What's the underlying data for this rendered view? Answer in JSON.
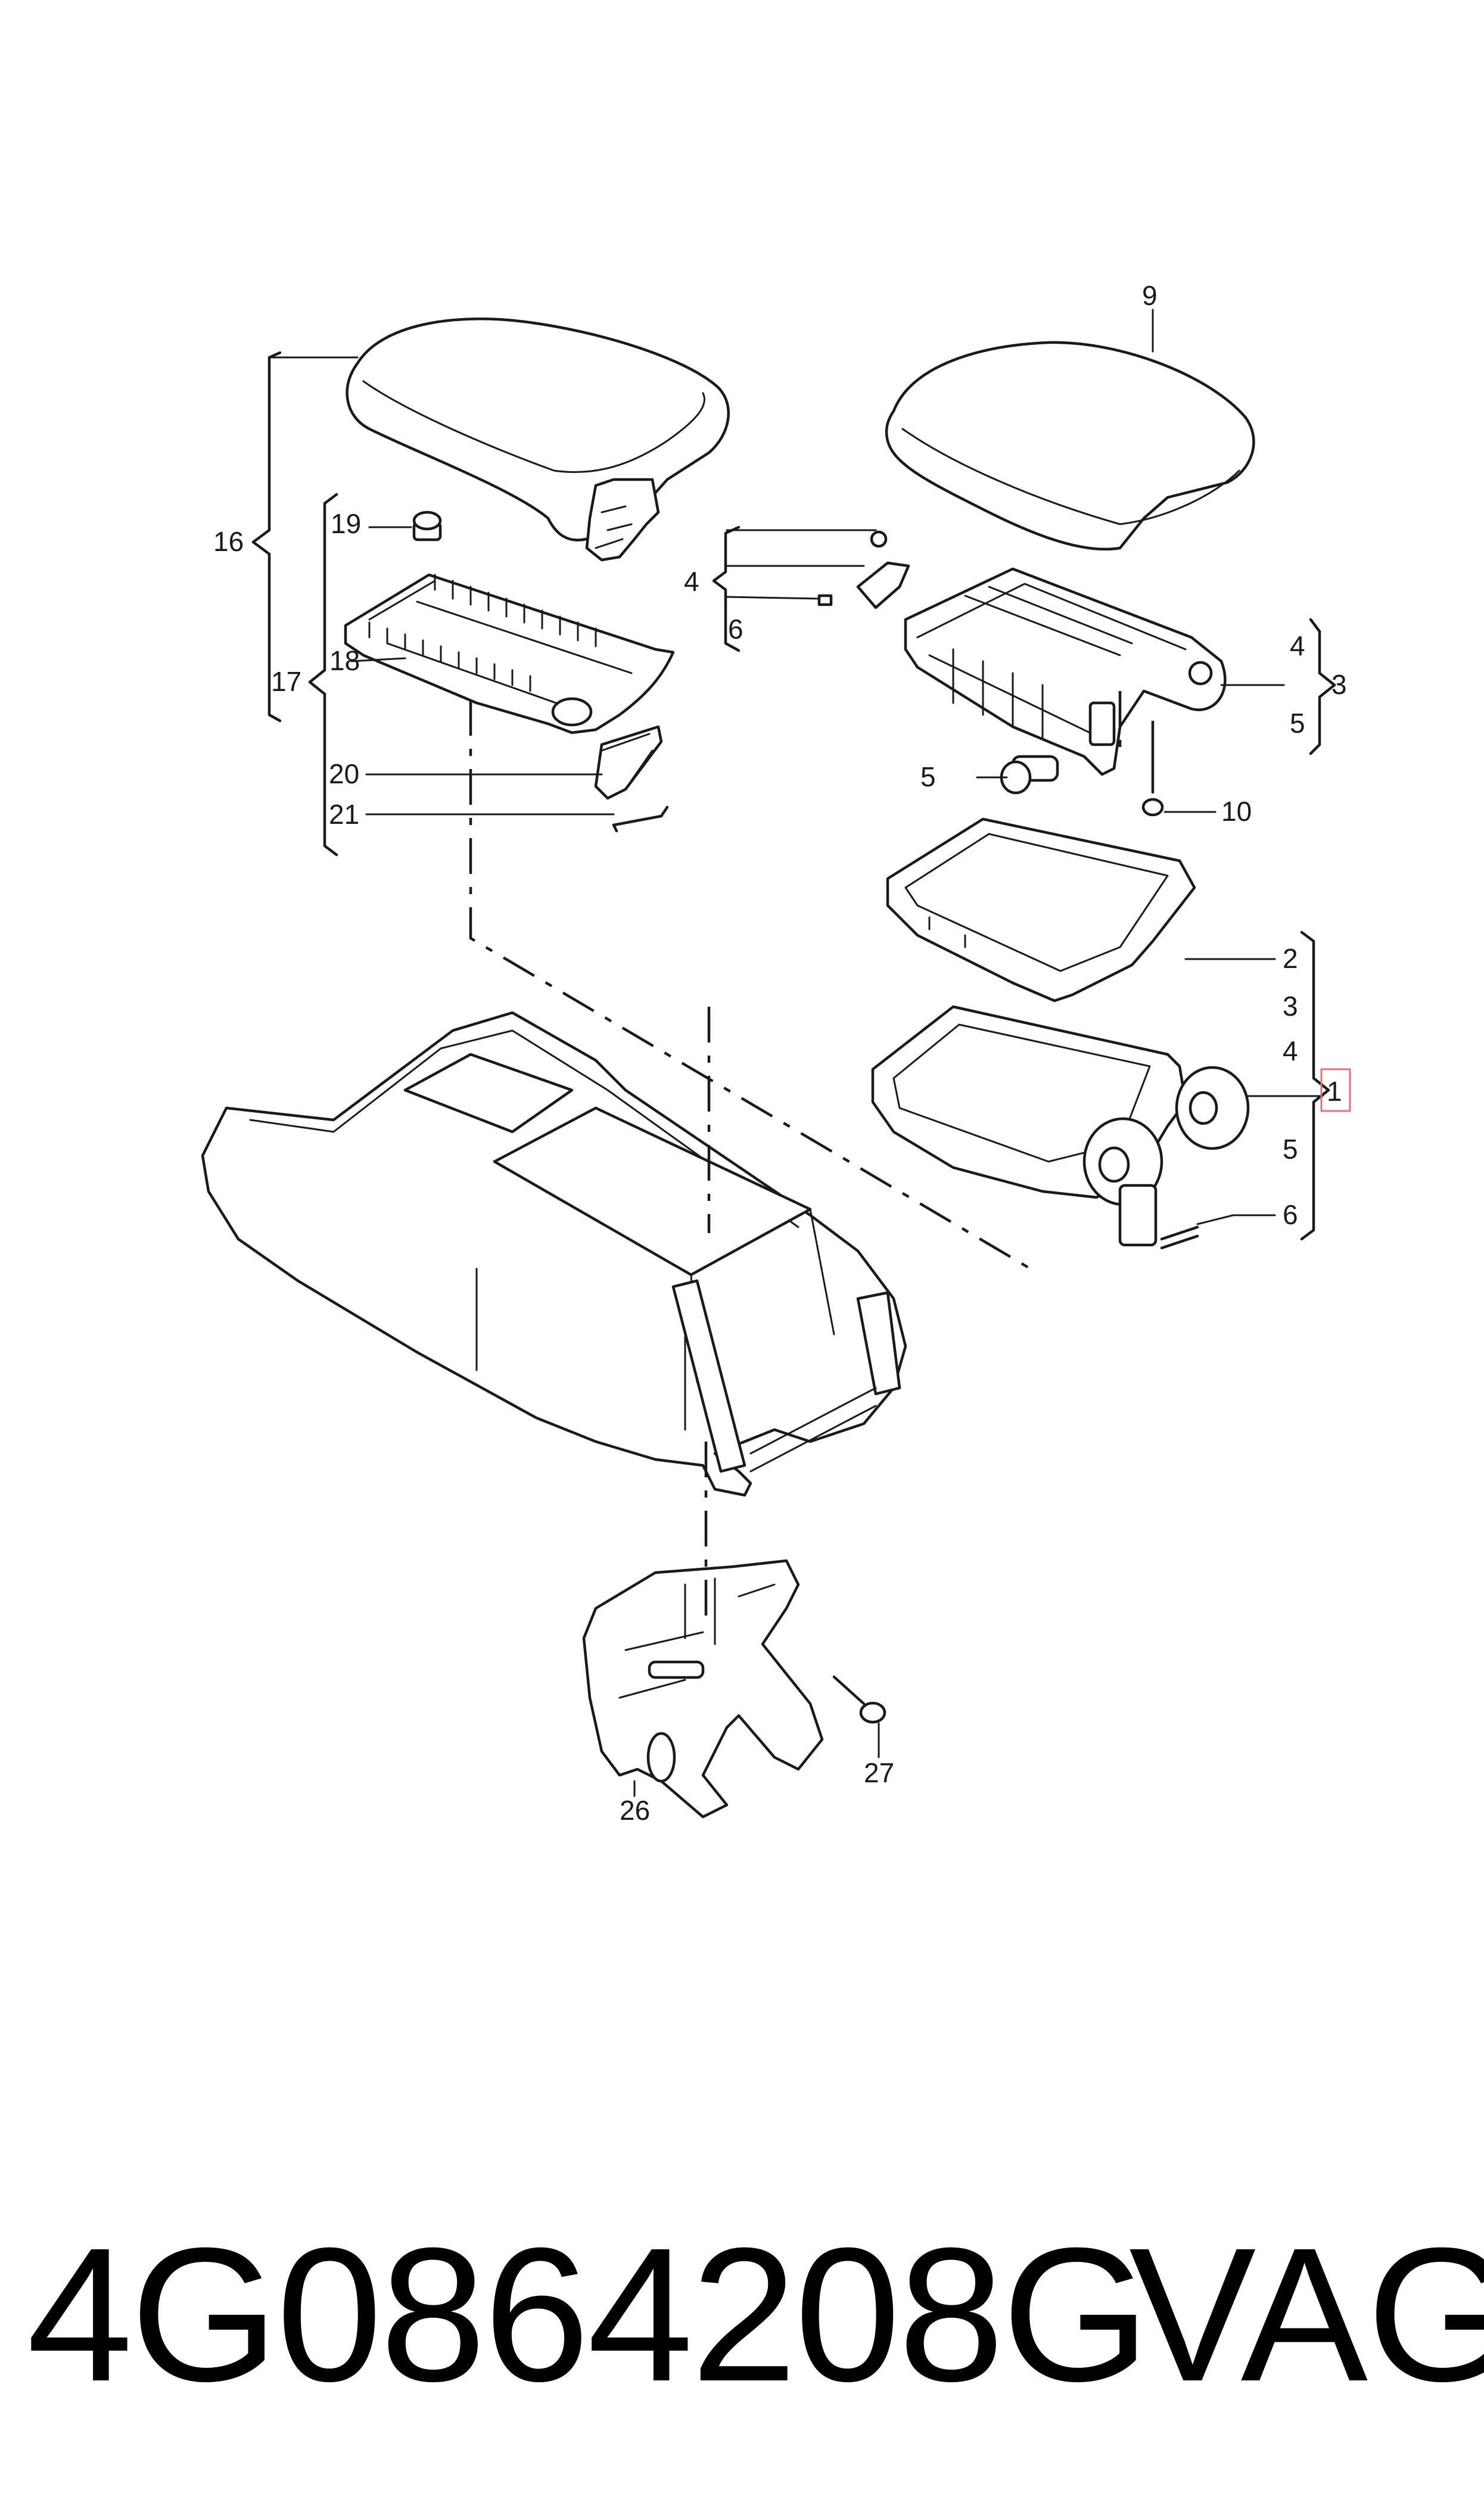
{
  "diagram": {
    "labels": {
      "l9": "9",
      "l16": "16",
      "l17": "17",
      "l18": "18",
      "l19": "19",
      "l20": "20",
      "l21": "21",
      "l4a": "4",
      "l6a": "6",
      "l4b": "4",
      "l5b": "5",
      "l3": "3",
      "l5c": "5",
      "l10": "10",
      "l2": "2",
      "l3b": "3",
      "l4c": "4",
      "l1": "1",
      "l5d": "5",
      "l6b": "6",
      "l26": "26",
      "l27": "27"
    },
    "highlight_color": "#e0707a"
  },
  "footer": {
    "part_number": "4G0864208G",
    "brand": "VAG"
  }
}
